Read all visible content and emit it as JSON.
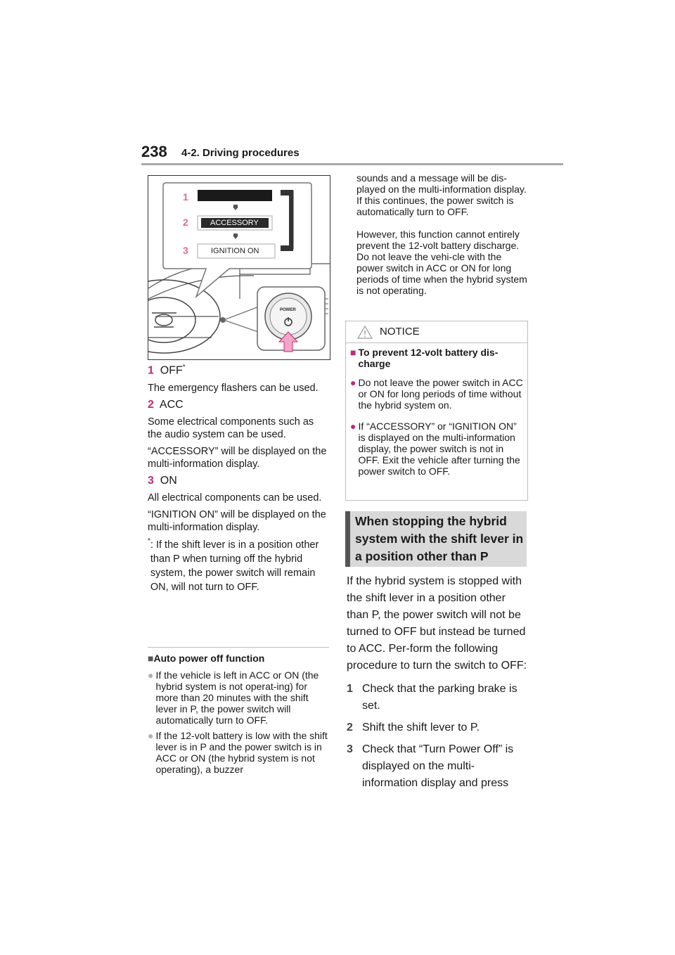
{
  "header": {
    "page_number": "238",
    "section": "4-2. Driving procedures"
  },
  "figure": {
    "labels": [
      "1",
      "2",
      "3"
    ],
    "accessory": "ACCESSORY",
    "ignition": "IGNITION ON",
    "power": "POWER"
  },
  "left": {
    "s1_num": "1",
    "s1_title": "OFF",
    "s1_star": "*",
    "s1_text": "The emergency flashers can be used.",
    "s2_num": "2",
    "s2_title": "ACC",
    "s2_text1": "Some electrical components such as the audio system can be used.",
    "s2_text2": "“ACCESSORY” will be displayed on the multi-information display.",
    "s3_num": "3",
    "s3_title": "ON",
    "s3_text1": "All electrical components can be used.",
    "s3_text2": "“IGNITION ON” will be displayed on the multi-information display.",
    "footnote_mark": "*",
    "footnote": ": If the shift lever is in a position other than P when turning off the hybrid system, the power switch will remain ON, will not turn to OFF.",
    "auto_heading": "Auto power off function",
    "auto_b1": "If the vehicle is left in ACC or ON (the hybrid system is not operat-ing) for more than 20 minutes with the shift lever in P, the power switch will automatically turn to OFF.",
    "auto_b2": "If the 12-volt battery is low with the shift lever is in P and the power switch is in ACC or ON (the hybrid system is not operating), a buzzer"
  },
  "right": {
    "cont": "sounds and a message will be dis-played on the multi-information display. If this continues, the power switch is automatically turn to OFF.",
    "however": "However, this function cannot entirely prevent the 12-volt battery discharge. Do not leave the vehi-cle with the power switch in ACC or ON for long periods of time when the hybrid system is not operating.",
    "notice_title": "NOTICE",
    "notice_heading": "To prevent 12-volt battery dis-charge",
    "notice_b1": "Do not leave the power switch in ACC or ON for long periods of time without the hybrid system on.",
    "notice_b2": "If “ACCESSORY” or “IGNITION ON” is displayed on the multi-information display, the power switch is not in OFF. Exit the vehicle after turning the power switch to OFF.",
    "section_heading": "When stopping the hybrid system with the shift lever in a position other than P",
    "intro": "If the hybrid system is stopped with the shift lever in a position other than P, the power switch will not be turned to OFF but instead be turned to ACC. Per-form the following procedure to turn the switch to OFF:",
    "step1_num": "1",
    "step1": "Check that the parking brake is set.",
    "step2_num": "2",
    "step2": "Shift the shift lever to P.",
    "step3_num": "3",
    "step3": "Check that “Turn Power Off” is displayed on the multi-information display and press"
  }
}
